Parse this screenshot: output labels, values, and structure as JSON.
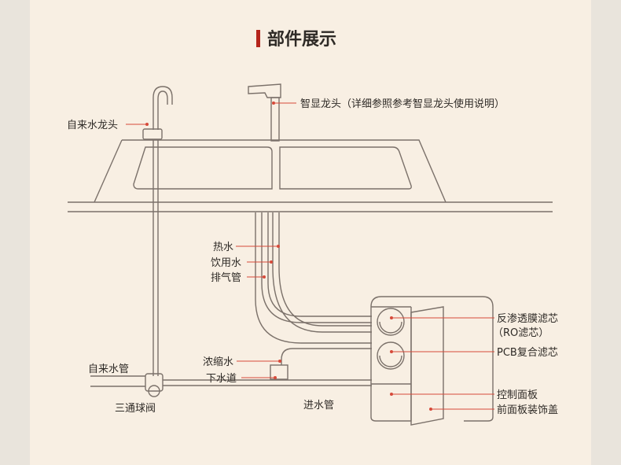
{
  "title": "部件展示",
  "colors": {
    "accent": "#b5241b",
    "leader": "#d64a3a",
    "line": "#7b716a",
    "panel": "#f8efe3",
    "background": "#e9e4dc"
  },
  "labels": {
    "smart_faucet": "智显龙头（详细参照参考智显龙头使用说明）",
    "tap_faucet": "自来水龙头",
    "hot_water": "热水",
    "drinking_water": "饮用水",
    "exhaust_pipe": "排气管",
    "concentrate": "浓缩水",
    "drain": "下水道",
    "tap_pipe": "自来水管",
    "three_way_valve": "三通球阀",
    "inlet_pipe": "进水管",
    "ro_filter_line1": "反渗透膜滤芯",
    "ro_filter_line2": "（RO滤芯）",
    "pcb_filter": "PCB复合滤芯",
    "control_panel": "控制面板",
    "front_cover": "前面板装饰盖"
  }
}
